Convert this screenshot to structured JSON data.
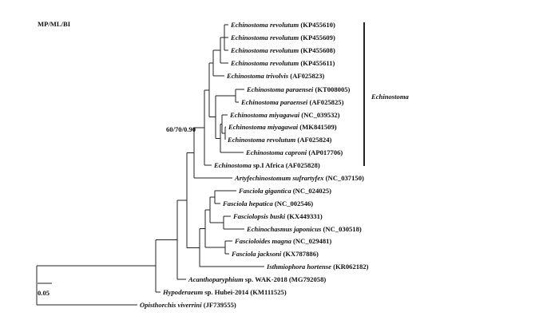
{
  "header": {
    "support_label": "MP/ML/BI"
  },
  "node_support": "60/70/0.90",
  "clade_label": "Echinostoma",
  "scale_bar": "0.05",
  "taxa": [
    {
      "id": "t1",
      "species": "Echinostoma revolutum",
      "suffix": " (KP455610)"
    },
    {
      "id": "t2",
      "species": "Echinostoma revolutum",
      "suffix": " (KP455609)"
    },
    {
      "id": "t3",
      "species": "Echinostoma revolutum",
      "suffix": " (KP455608)"
    },
    {
      "id": "t4",
      "species": "Echinostoma revolutum",
      "suffix": " (KP455611)"
    },
    {
      "id": "t5",
      "species": "Echinostoma trivolvis",
      "suffix": " (AF025823)"
    },
    {
      "id": "t6",
      "species": "Echinostoma paraensei",
      "suffix": " (KT008005)"
    },
    {
      "id": "t7",
      "species": "Echinostoma paraensei",
      "suffix": " (AF025825)"
    },
    {
      "id": "t8",
      "species": "Echinostoma miyagawai",
      "suffix": " (NC_039532)"
    },
    {
      "id": "t9",
      "species": "Echinostoma miyagawai",
      "suffix": " (MK841509)"
    },
    {
      "id": "t10",
      "species": "Echinostoma revolutum",
      "suffix": " (AF025824)"
    },
    {
      "id": "t11",
      "species": "Echinostoma caproni",
      "suffix": " (AP017706)"
    },
    {
      "id": "t12",
      "species": "Echinostoma",
      "suffix": " sp.I Africa (AF025828)"
    },
    {
      "id": "t13",
      "species": "Artyfechinostomum sufrartyfex",
      "suffix": " (NC_037150)"
    },
    {
      "id": "t14",
      "species": "Fasciola gigantica",
      "suffix": " (NC_024025)"
    },
    {
      "id": "t15",
      "species": "Fasciola hepatica",
      "suffix": " (NC_002546)"
    },
    {
      "id": "t16",
      "species": "Fasciolopsis buski",
      "suffix": " (KX449331)"
    },
    {
      "id": "t17",
      "species": "Echinochasmus japonicus",
      "suffix": " (NC_030518)"
    },
    {
      "id": "t18",
      "species": "Fascioloides magna",
      "suffix": " (NC_029481)"
    },
    {
      "id": "t19",
      "species": "Fasciola jacksoni",
      "suffix": " (KX787886)"
    },
    {
      "id": "t20",
      "species": "Isthmiophora hortense",
      "suffix": " (KR062182)"
    },
    {
      "id": "t21",
      "species": "Acanthoparyphium",
      "suffix": " sp. WAK-2018 (MG792058)"
    },
    {
      "id": "t22",
      "species": "Hypoderaeum",
      "suffix": " sp. Hubei-2014 (KM111525)"
    },
    {
      "id": "t23",
      "species": "Opisthorchis viverrini",
      "suffix": " (JF739555)"
    }
  ]
}
